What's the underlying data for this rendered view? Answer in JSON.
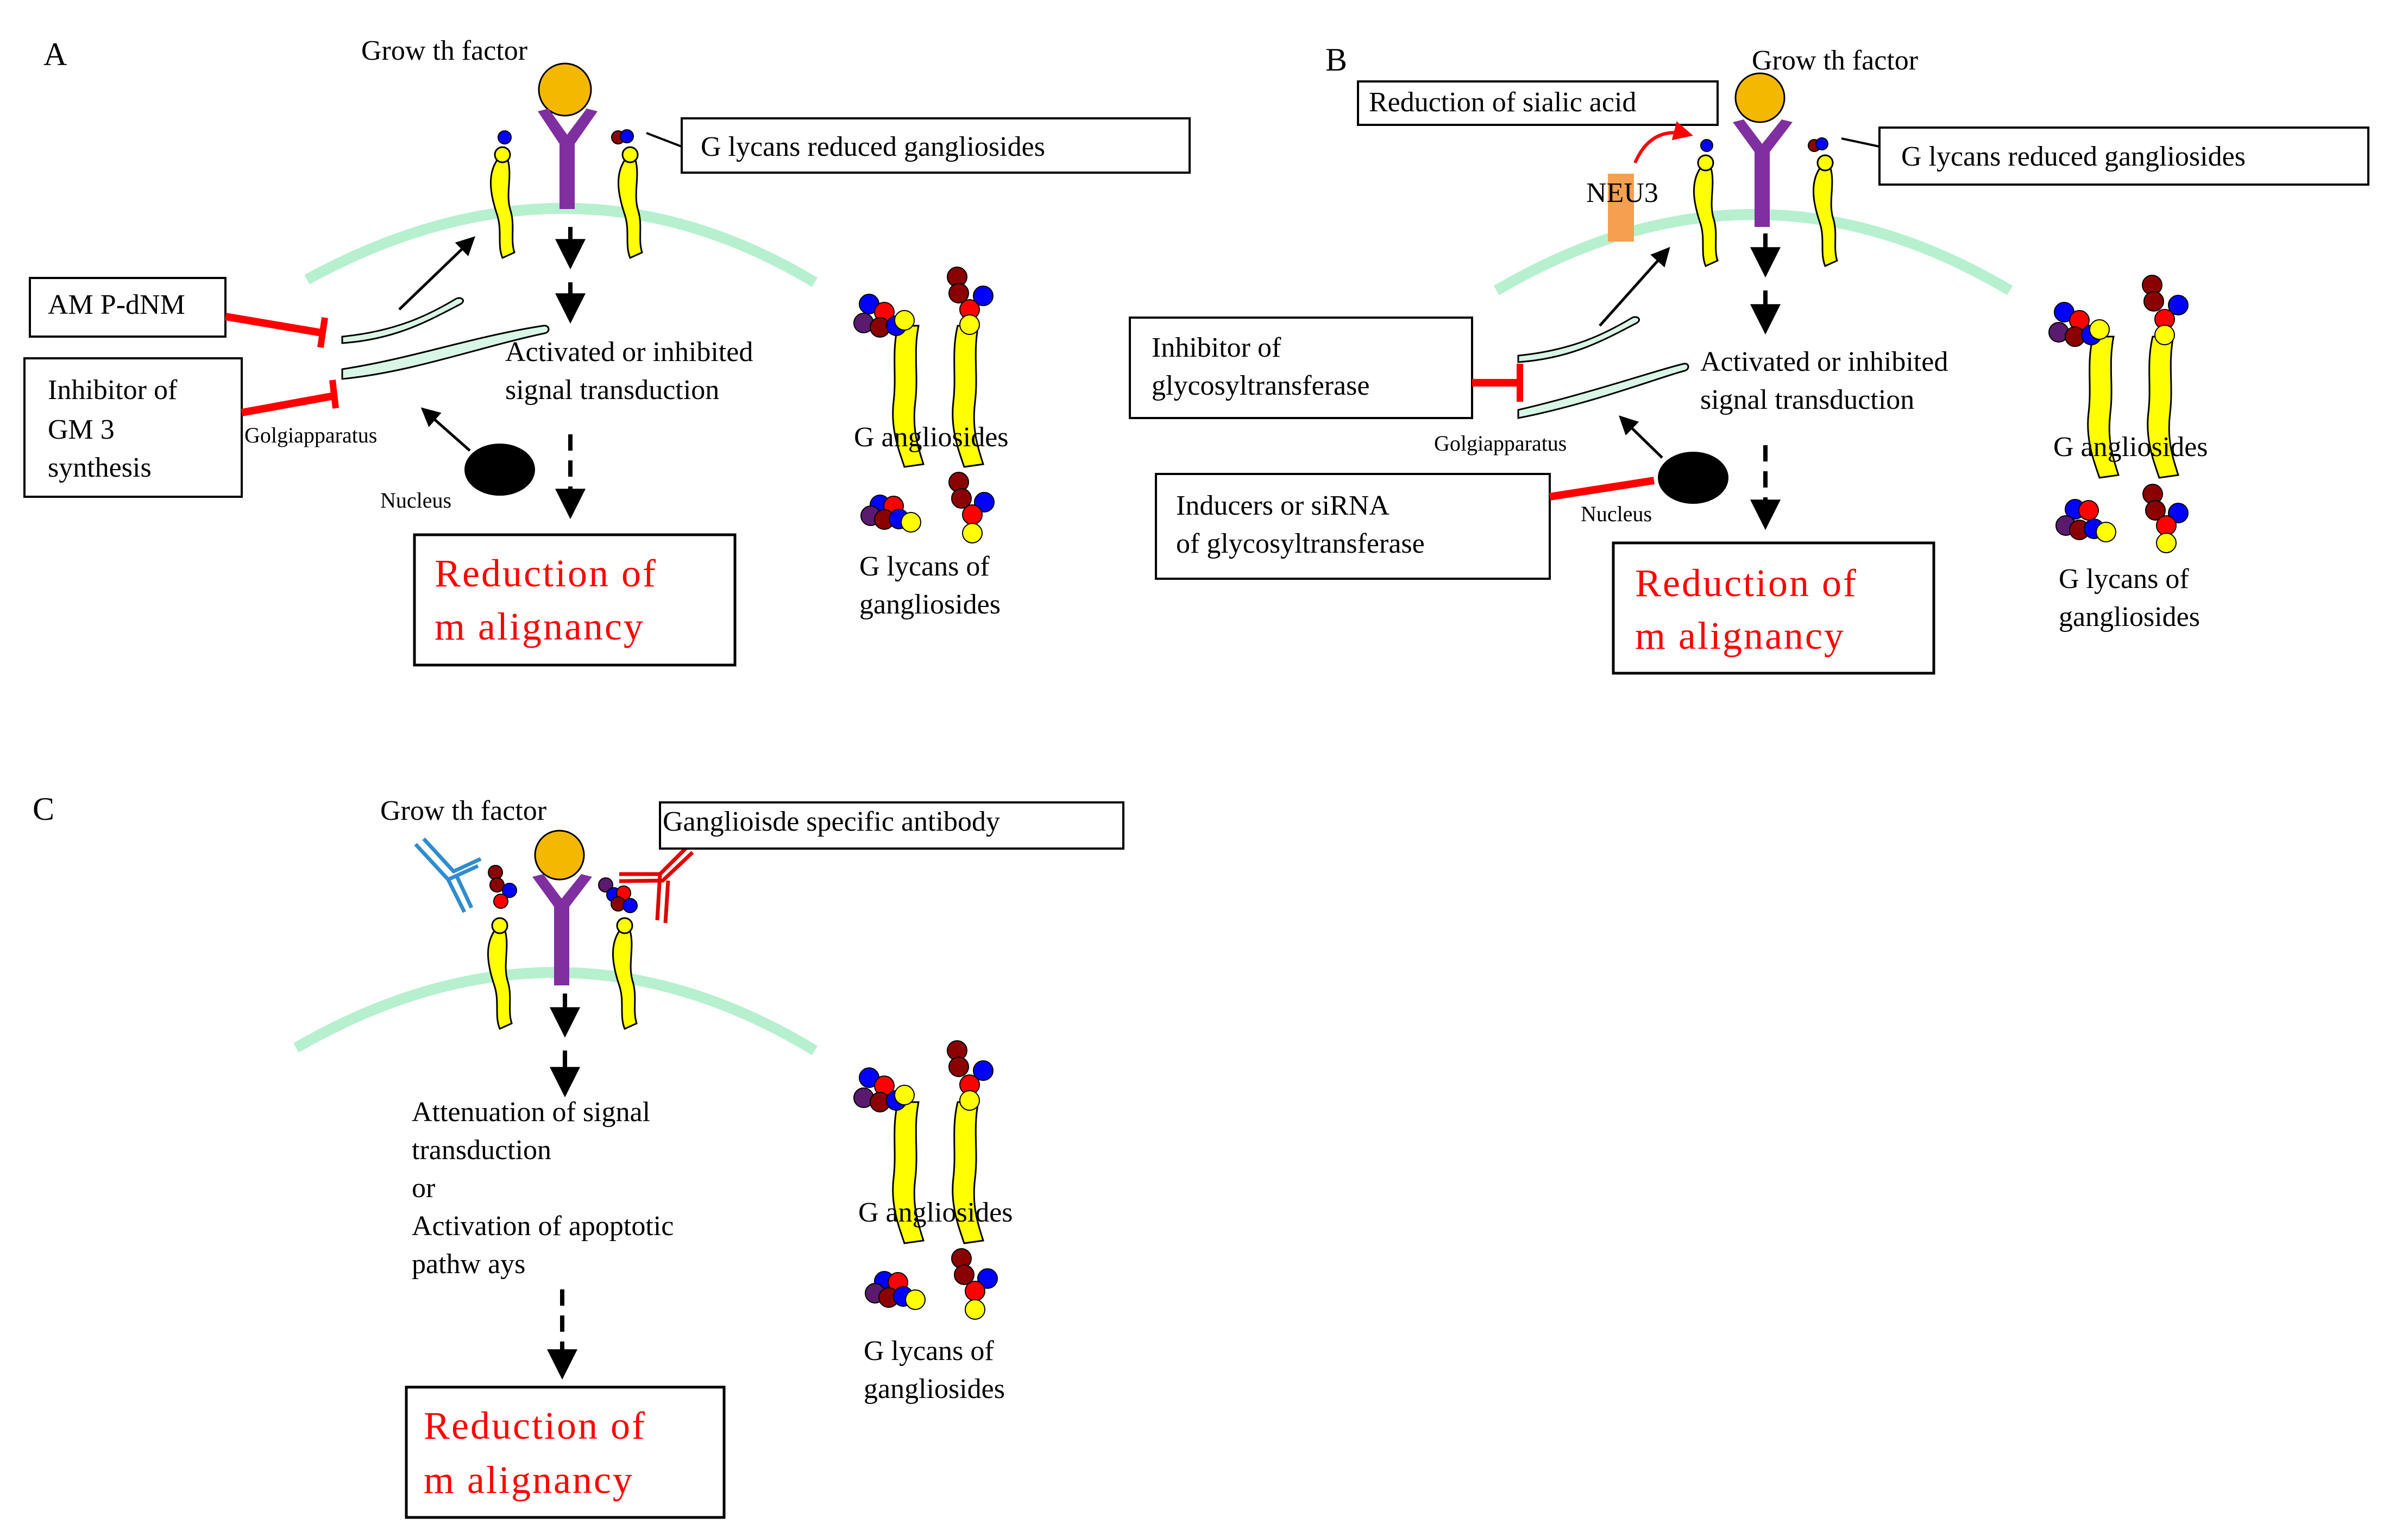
{
  "panels": [
    "A",
    "B",
    "C"
  ],
  "panelA": {
    "growth_factor": "Grow th factor",
    "glycans_reduced": "G lycans reduced gangliosides",
    "amp_dnm": "AM P-dNM",
    "inhibitor_line1": "Inhibitor of",
    "inhibitor_line2": "GM 3",
    "inhibitor_line3": "synthesis",
    "golgi": "Golgiapparatus",
    "nucleus": "Nucleus",
    "signal_line1": "Activated or inhibited",
    "signal_line2": "signal transduction",
    "reduction_line1": "Reduction of",
    "reduction_line2": "m alignancy",
    "gangliosides": "G angliosides",
    "glycans_line1": "G lycans of",
    "glycans_line2": "gangliosides"
  },
  "panelB": {
    "growth_factor": "Grow th factor",
    "reduction_sialic": "Reduction of sialic acid",
    "neu3": "NEU3",
    "glycans_reduced": "G lycans reduced gangliosides",
    "inhibitor_line1": "Inhibitor of",
    "inhibitor_line2": "glycosyltransferase",
    "golgi": "Golgiapparatus",
    "nucleus": "Nucleus",
    "inducers_line1": "Inducers or siRNA",
    "inducers_line2": "of glycosyltransferase",
    "signal_line1": "Activated or inhibited",
    "signal_line2": "signal transduction",
    "reduction_line1": "Reduction of",
    "reduction_line2": "m alignancy",
    "gangliosides": "G angliosides",
    "glycans_line1": "G lycans of",
    "glycans_line2": "gangliosides"
  },
  "panelC": {
    "growth_factor": "Grow th factor",
    "antibody": "Ganglioisde specific antibody",
    "attn_line1": "Attenuation of signal",
    "attn_line2": "transduction",
    "attn_line3": "or",
    "attn_line4": "Activation of apoptotic",
    "attn_line5": "pathw ays",
    "reduction_line1": "Reduction of",
    "reduction_line2": "m alignancy",
    "gangliosides": "G angliosides",
    "glycans_line1": "G lycans of",
    "glycans_line2": "gangliosides"
  },
  "colors": {
    "membrane": "#b7f0cf",
    "receptor": "#7f2f9f",
    "growth_factor": "#f5b800",
    "ganglioside_tail": "#ffff00",
    "sugar_blue": "#0000ff",
    "sugar_red": "#ff0000",
    "sugar_darkred": "#8b0000",
    "sugar_purple": "#5a1a6e",
    "inhibit": "#ff0000",
    "neu3": "#f4a050",
    "antibody_blue": "#2f8ccf",
    "antibody_red": "#e00000",
    "reduction_text": "#ff0000"
  }
}
